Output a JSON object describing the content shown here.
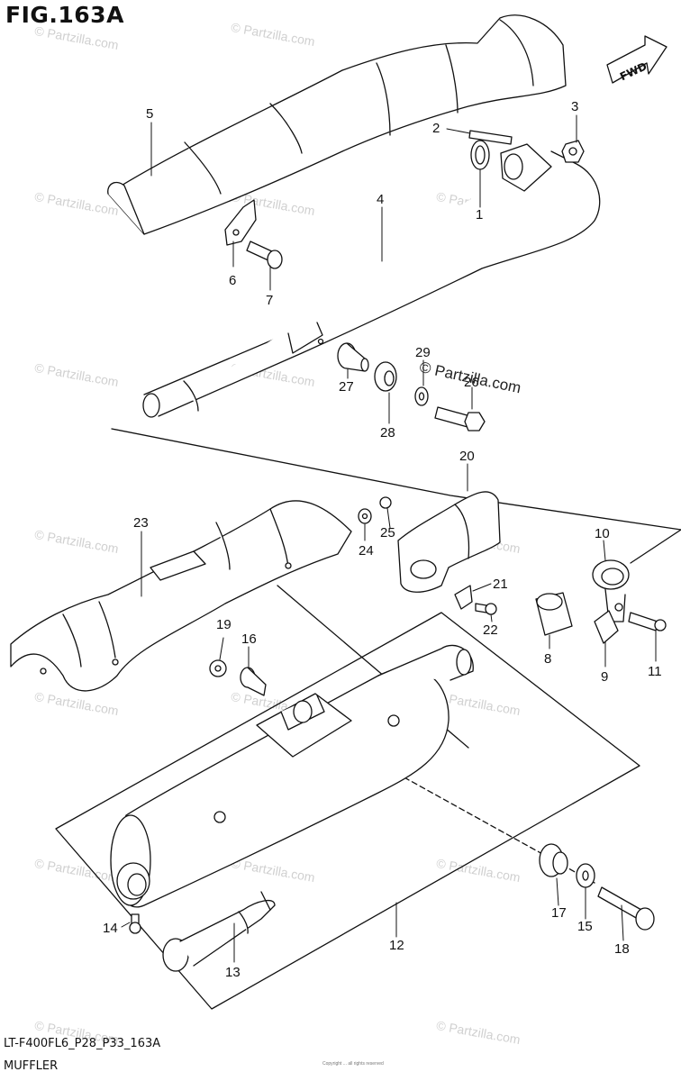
{
  "figure": {
    "title": "FIG.163A",
    "code": "LT-F400FL6_P28_P33_163A",
    "name": "MUFFLER",
    "fwd_label": "FWD",
    "watermark": "© Partzilla.com",
    "fine_print": "Copyright ... all rights reserved"
  },
  "callouts": [
    {
      "id": "1",
      "label": "1"
    },
    {
      "id": "2",
      "label": "2"
    },
    {
      "id": "3",
      "label": "3"
    },
    {
      "id": "4",
      "label": "4"
    },
    {
      "id": "5",
      "label": "5"
    },
    {
      "id": "6",
      "label": "6"
    },
    {
      "id": "7",
      "label": "7"
    },
    {
      "id": "8",
      "label": "8"
    },
    {
      "id": "9",
      "label": "9"
    },
    {
      "id": "10",
      "label": "10"
    },
    {
      "id": "11",
      "label": "11"
    },
    {
      "id": "12",
      "label": "12"
    },
    {
      "id": "13",
      "label": "13"
    },
    {
      "id": "14",
      "label": "14"
    },
    {
      "id": "15",
      "label": "15"
    },
    {
      "id": "16",
      "label": "16"
    },
    {
      "id": "17",
      "label": "17"
    },
    {
      "id": "18",
      "label": "18"
    },
    {
      "id": "19",
      "label": "19"
    },
    {
      "id": "20",
      "label": "20"
    },
    {
      "id": "21",
      "label": "21"
    },
    {
      "id": "22",
      "label": "22"
    },
    {
      "id": "23",
      "label": "23"
    },
    {
      "id": "24",
      "label": "24"
    },
    {
      "id": "25",
      "label": "25"
    },
    {
      "id": "26",
      "label": "26"
    },
    {
      "id": "27",
      "label": "27"
    },
    {
      "id": "28",
      "label": "28"
    },
    {
      "id": "29",
      "label": "29"
    }
  ]
}
